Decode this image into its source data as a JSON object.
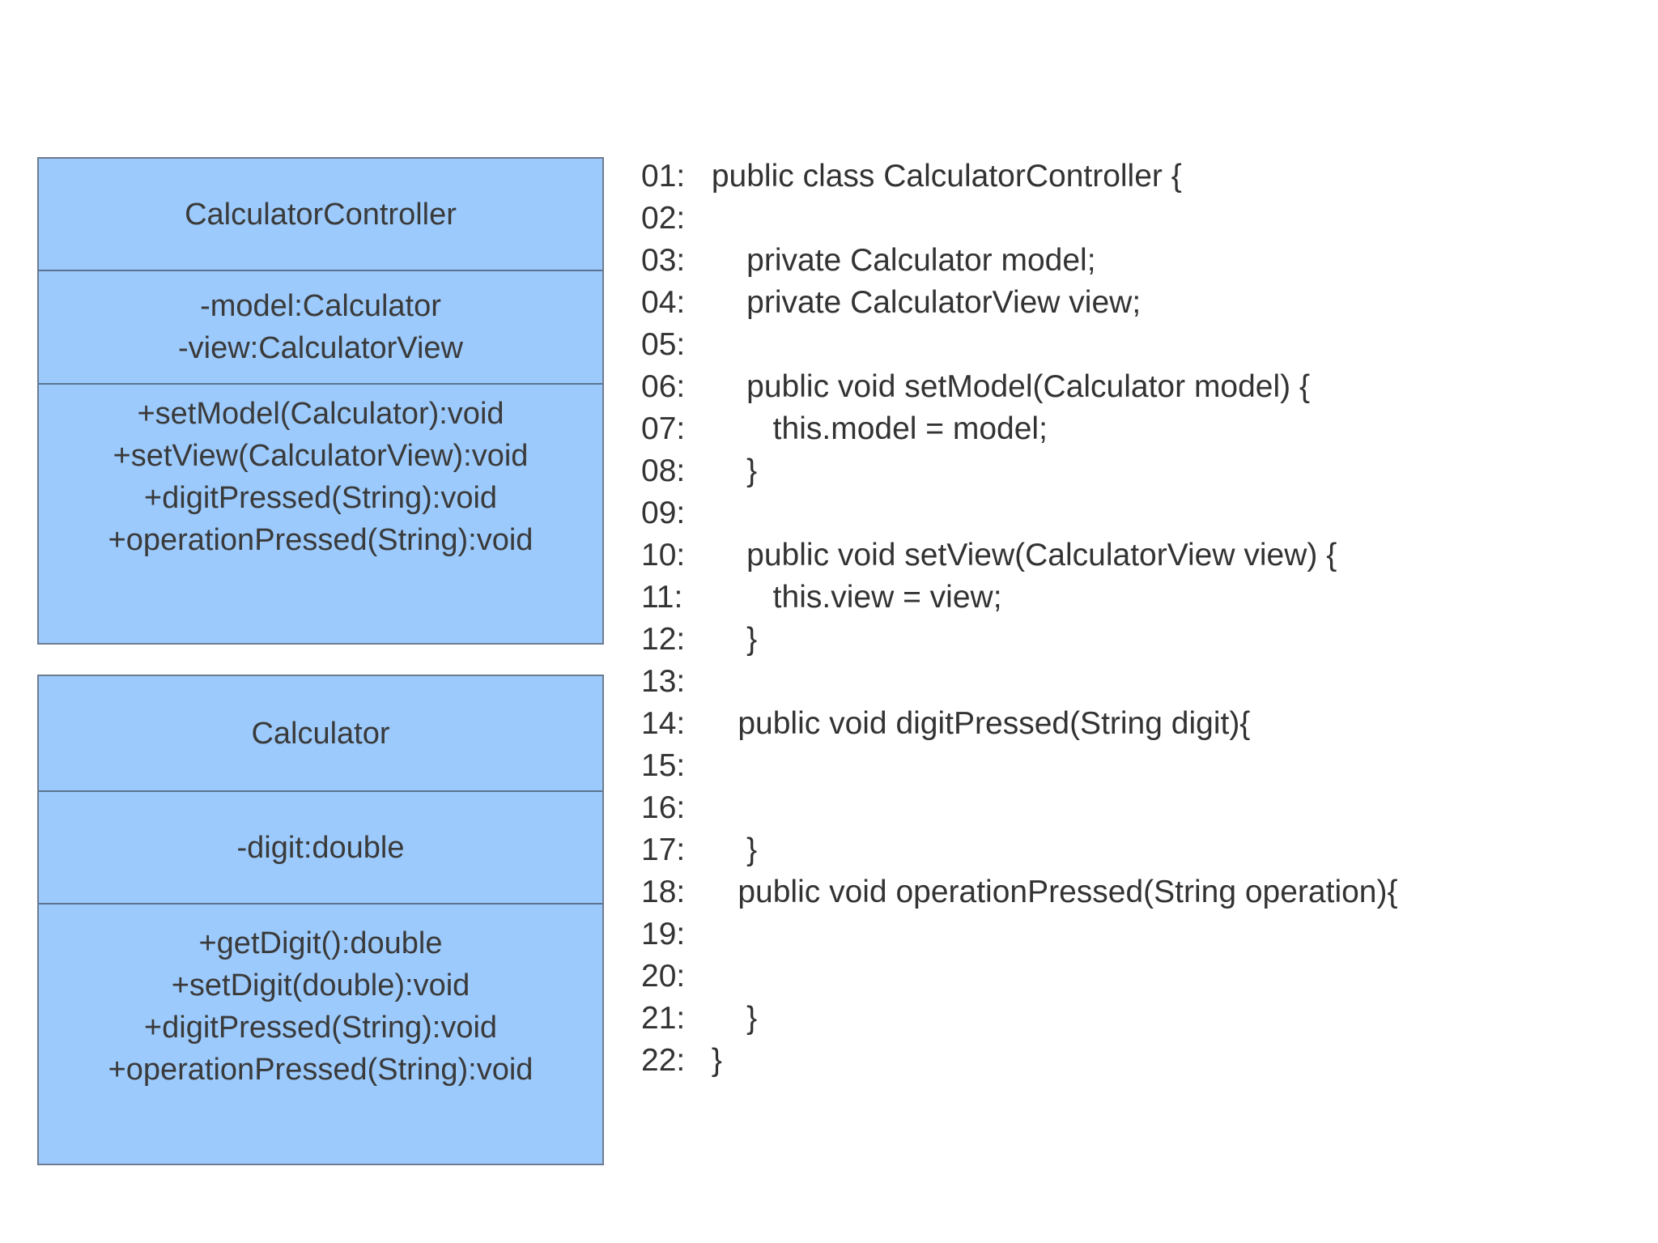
{
  "diagram": {
    "fill_color": "#9CCAFC",
    "border_color": "#6E7C91",
    "text_color": "#3A3A3A",
    "classes": [
      {
        "name": "CalculatorController",
        "attributes": [
          "-model:Calculator",
          "-view:CalculatorView"
        ],
        "methods": [
          "+setModel(Calculator):void",
          "+setView(CalculatorView):void",
          "+digitPressed(String):void",
          "+operationPressed(String):void"
        ]
      },
      {
        "name": "Calculator",
        "attributes": [
          "-digit:double"
        ],
        "methods": [
          "+getDigit():double",
          "+setDigit(double):void",
          "+digitPressed(String):void",
          "+operationPressed(String):void"
        ]
      }
    ]
  },
  "code": {
    "text_color": "#333333",
    "lines": [
      {
        "number": "01:",
        "text": " public class CalculatorController {"
      },
      {
        "number": "02:",
        "text": ""
      },
      {
        "number": "03:",
        "text": "     private Calculator model;"
      },
      {
        "number": "04:",
        "text": "     private CalculatorView view;"
      },
      {
        "number": "05:",
        "text": ""
      },
      {
        "number": "06:",
        "text": "     public void setModel(Calculator model) {"
      },
      {
        "number": "07:",
        "text": "        this.model = model;"
      },
      {
        "number": "08:",
        "text": "     }"
      },
      {
        "number": "09:",
        "text": ""
      },
      {
        "number": "10:",
        "text": "     public void setView(CalculatorView view) {"
      },
      {
        "number": "11:",
        "text": "        this.view = view;"
      },
      {
        "number": "12:",
        "text": "     }"
      },
      {
        "number": "13:",
        "text": ""
      },
      {
        "number": "14:",
        "text": "    public void digitPressed(String digit){"
      },
      {
        "number": "15:",
        "text": ""
      },
      {
        "number": "16:",
        "text": ""
      },
      {
        "number": "17:",
        "text": "     }"
      },
      {
        "number": "18:",
        "text": "    public void operationPressed(String operation){"
      },
      {
        "number": "19:",
        "text": ""
      },
      {
        "number": "20:",
        "text": ""
      },
      {
        "number": "21:",
        "text": "     }"
      },
      {
        "number": "22:",
        "text": " }"
      }
    ]
  }
}
